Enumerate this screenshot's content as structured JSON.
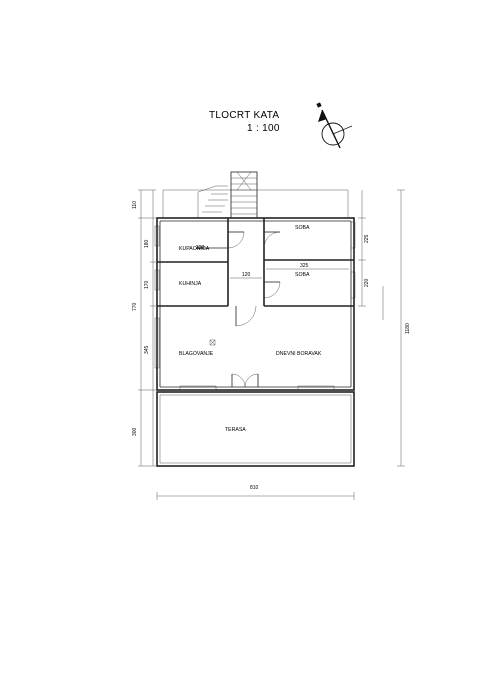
{
  "header": {
    "title": "TLOCRT KATA",
    "scale": "1 : 100"
  },
  "compass": {
    "icon": "north-arrow-icon"
  },
  "rooms": {
    "kupaonica": "KUPAONICA",
    "kuhinja": "KUHINJA",
    "soba_1": "SOBA",
    "soba_2": "SOBA",
    "blagovanje": "BLAGOVANJE",
    "dnevni_boravak": "DNEVNI BORAVAK",
    "terasa": "TERASA"
  },
  "dimensions": {
    "left_110": "110",
    "left_180": "180",
    "left_170": "170",
    "left_770": "770",
    "left_345": "345",
    "left_300": "300",
    "right_225": "225",
    "right_220": "220",
    "right_1180": "1180",
    "bottom_810": "810",
    "inner_120": "120",
    "inner_325": "325",
    "inner_220": "220"
  }
}
